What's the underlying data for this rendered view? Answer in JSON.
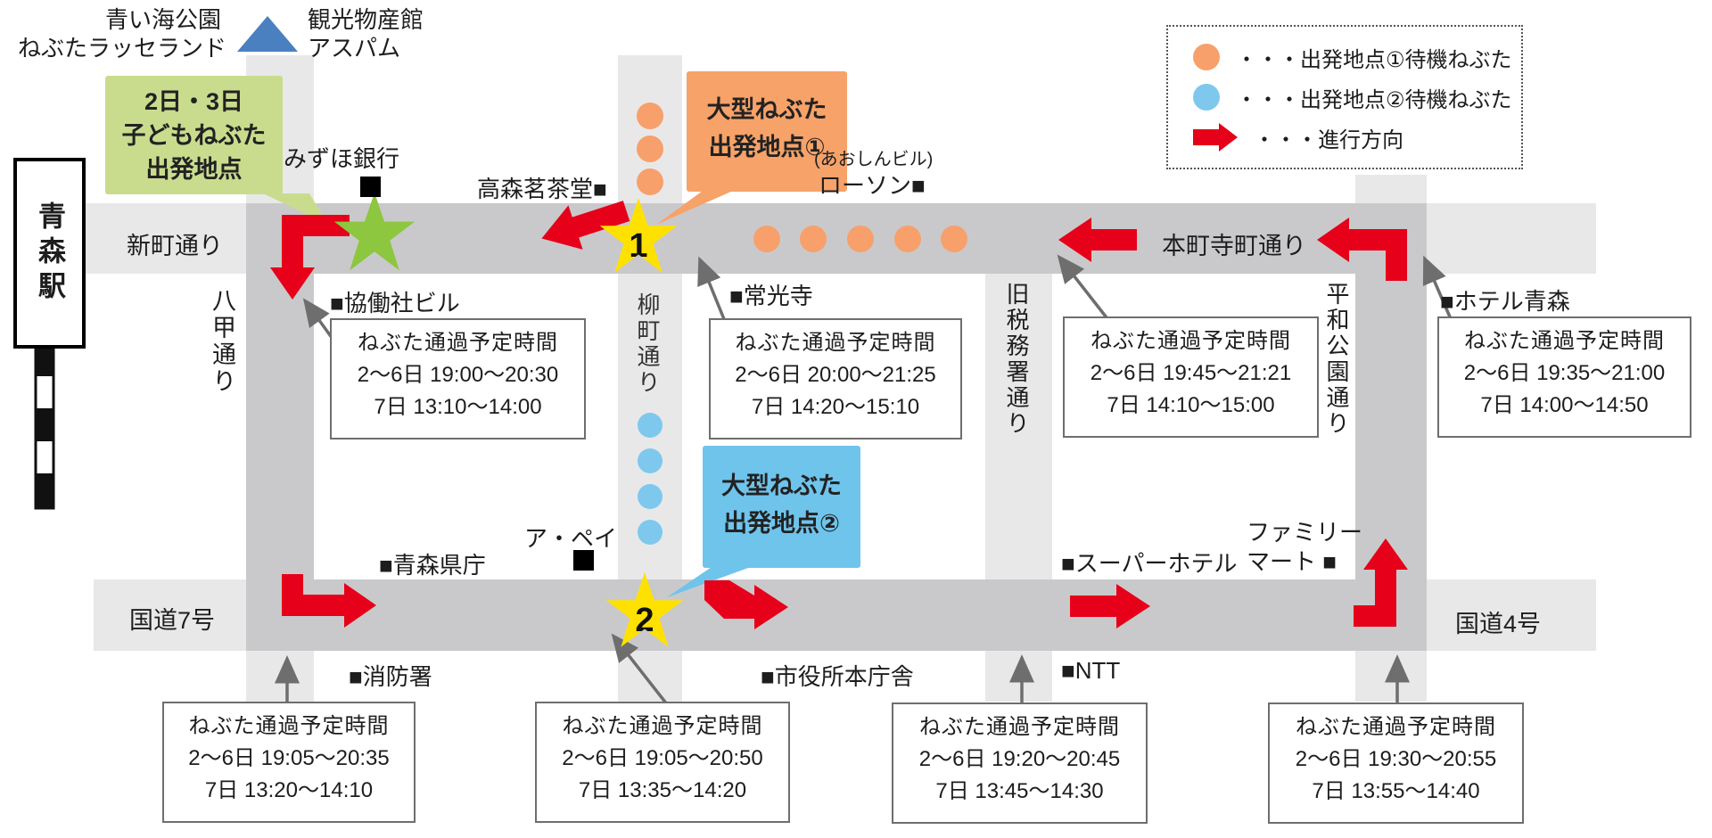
{
  "legend": {
    "items": [
      {
        "symbol": "orange-dot",
        "label": "・・・出発地点①待機ねぶた",
        "color": "#F7A06B"
      },
      {
        "symbol": "blue-dot",
        "label": "・・・出発地点②待機ねぶた",
        "color": "#7EC8EE"
      },
      {
        "symbol": "red-arrow",
        "label": "・・・進行方向",
        "color": "#E60019"
      }
    ]
  },
  "station": {
    "name": "青森駅"
  },
  "top_labels": {
    "park_line1": "青い海公園",
    "park_line2": "ねぶたラッセランド",
    "aspam_line1": "観光物産館",
    "aspam_line2": "アスパム"
  },
  "departure_points": {
    "kids": {
      "line1": "2日・3日",
      "line2": "子どもねぶた",
      "line3": "出発地点",
      "color": "#C9DC8E"
    },
    "large1": {
      "line1": "大型ねぶた",
      "line2": "出発地点①",
      "color": "#F6A269"
    },
    "large2": {
      "line1": "大型ねぶた",
      "line2": "出発地点②",
      "color": "#6FC4EC"
    }
  },
  "stars": {
    "point1": "1",
    "point2": "2",
    "start_color": "#FFE100",
    "kids_color": "#8DC63F"
  },
  "streets": {
    "shinmachi": "新町通り",
    "honcho_teramachi": "本町寺町通り",
    "hakko": "八甲通り",
    "yanagimachi": "柳町通り",
    "kyu_zeimusho": "旧税務署通り",
    "heiwa_koen": "平和公園通り",
    "route7": "国道7号",
    "route4": "国道4号"
  },
  "landmarks": {
    "mizuho": "みずほ銀行",
    "takamori": "高森茗茶堂■",
    "aoshin": "(あおしんビル)",
    "lawson": "ローソン■",
    "kyodosha": "■協働社ビル",
    "jokoji": "■常光寺",
    "hotel_aomori": "■ホテル青森",
    "kencho": "■青森県庁",
    "apei": "ア・ペイ",
    "shobosho": "■消防署",
    "shiyakusho": "■市役所本庁舎",
    "ntt": "■NTT",
    "super_hotel": "■スーパーホテル",
    "familymart_line1": "ファミリー",
    "familymart_line2": "マート ■"
  },
  "time_boxes": [
    {
      "title": "ねぶた通過予定時間",
      "days": "2〜6日 19:00〜20:30",
      "day7": "7日 13:10〜14:00"
    },
    {
      "title": "ねぶた通過予定時間",
      "days": "2〜6日 20:00〜21:25",
      "day7": "7日 14:20〜15:10"
    },
    {
      "title": "ねぶた通過予定時間",
      "days": "2〜6日 19:45〜21:21",
      "day7": "7日 14:10〜15:00"
    },
    {
      "title": "ねぶた通過予定時間",
      "days": "2〜6日 19:35〜21:00",
      "day7": "7日 14:00〜14:50"
    },
    {
      "title": "ねぶた通過予定時間",
      "days": "2〜6日 19:05〜20:35",
      "day7": "7日 13:20〜14:10"
    },
    {
      "title": "ねぶた通過予定時間",
      "days": "2〜6日 19:05〜20:50",
      "day7": "7日 13:35〜14:20"
    },
    {
      "title": "ねぶた通過予定時間",
      "days": "2〜6日 19:20〜20:45",
      "day7": "7日 13:45〜14:30"
    },
    {
      "title": "ねぶた通過予定時間",
      "days": "2〜6日 19:30〜20:55",
      "day7": "7日 13:55〜14:40"
    }
  ],
  "waiting_nebuta": {
    "orange_vertical": 3,
    "orange_horizontal": 5,
    "blue_vertical": 4
  }
}
